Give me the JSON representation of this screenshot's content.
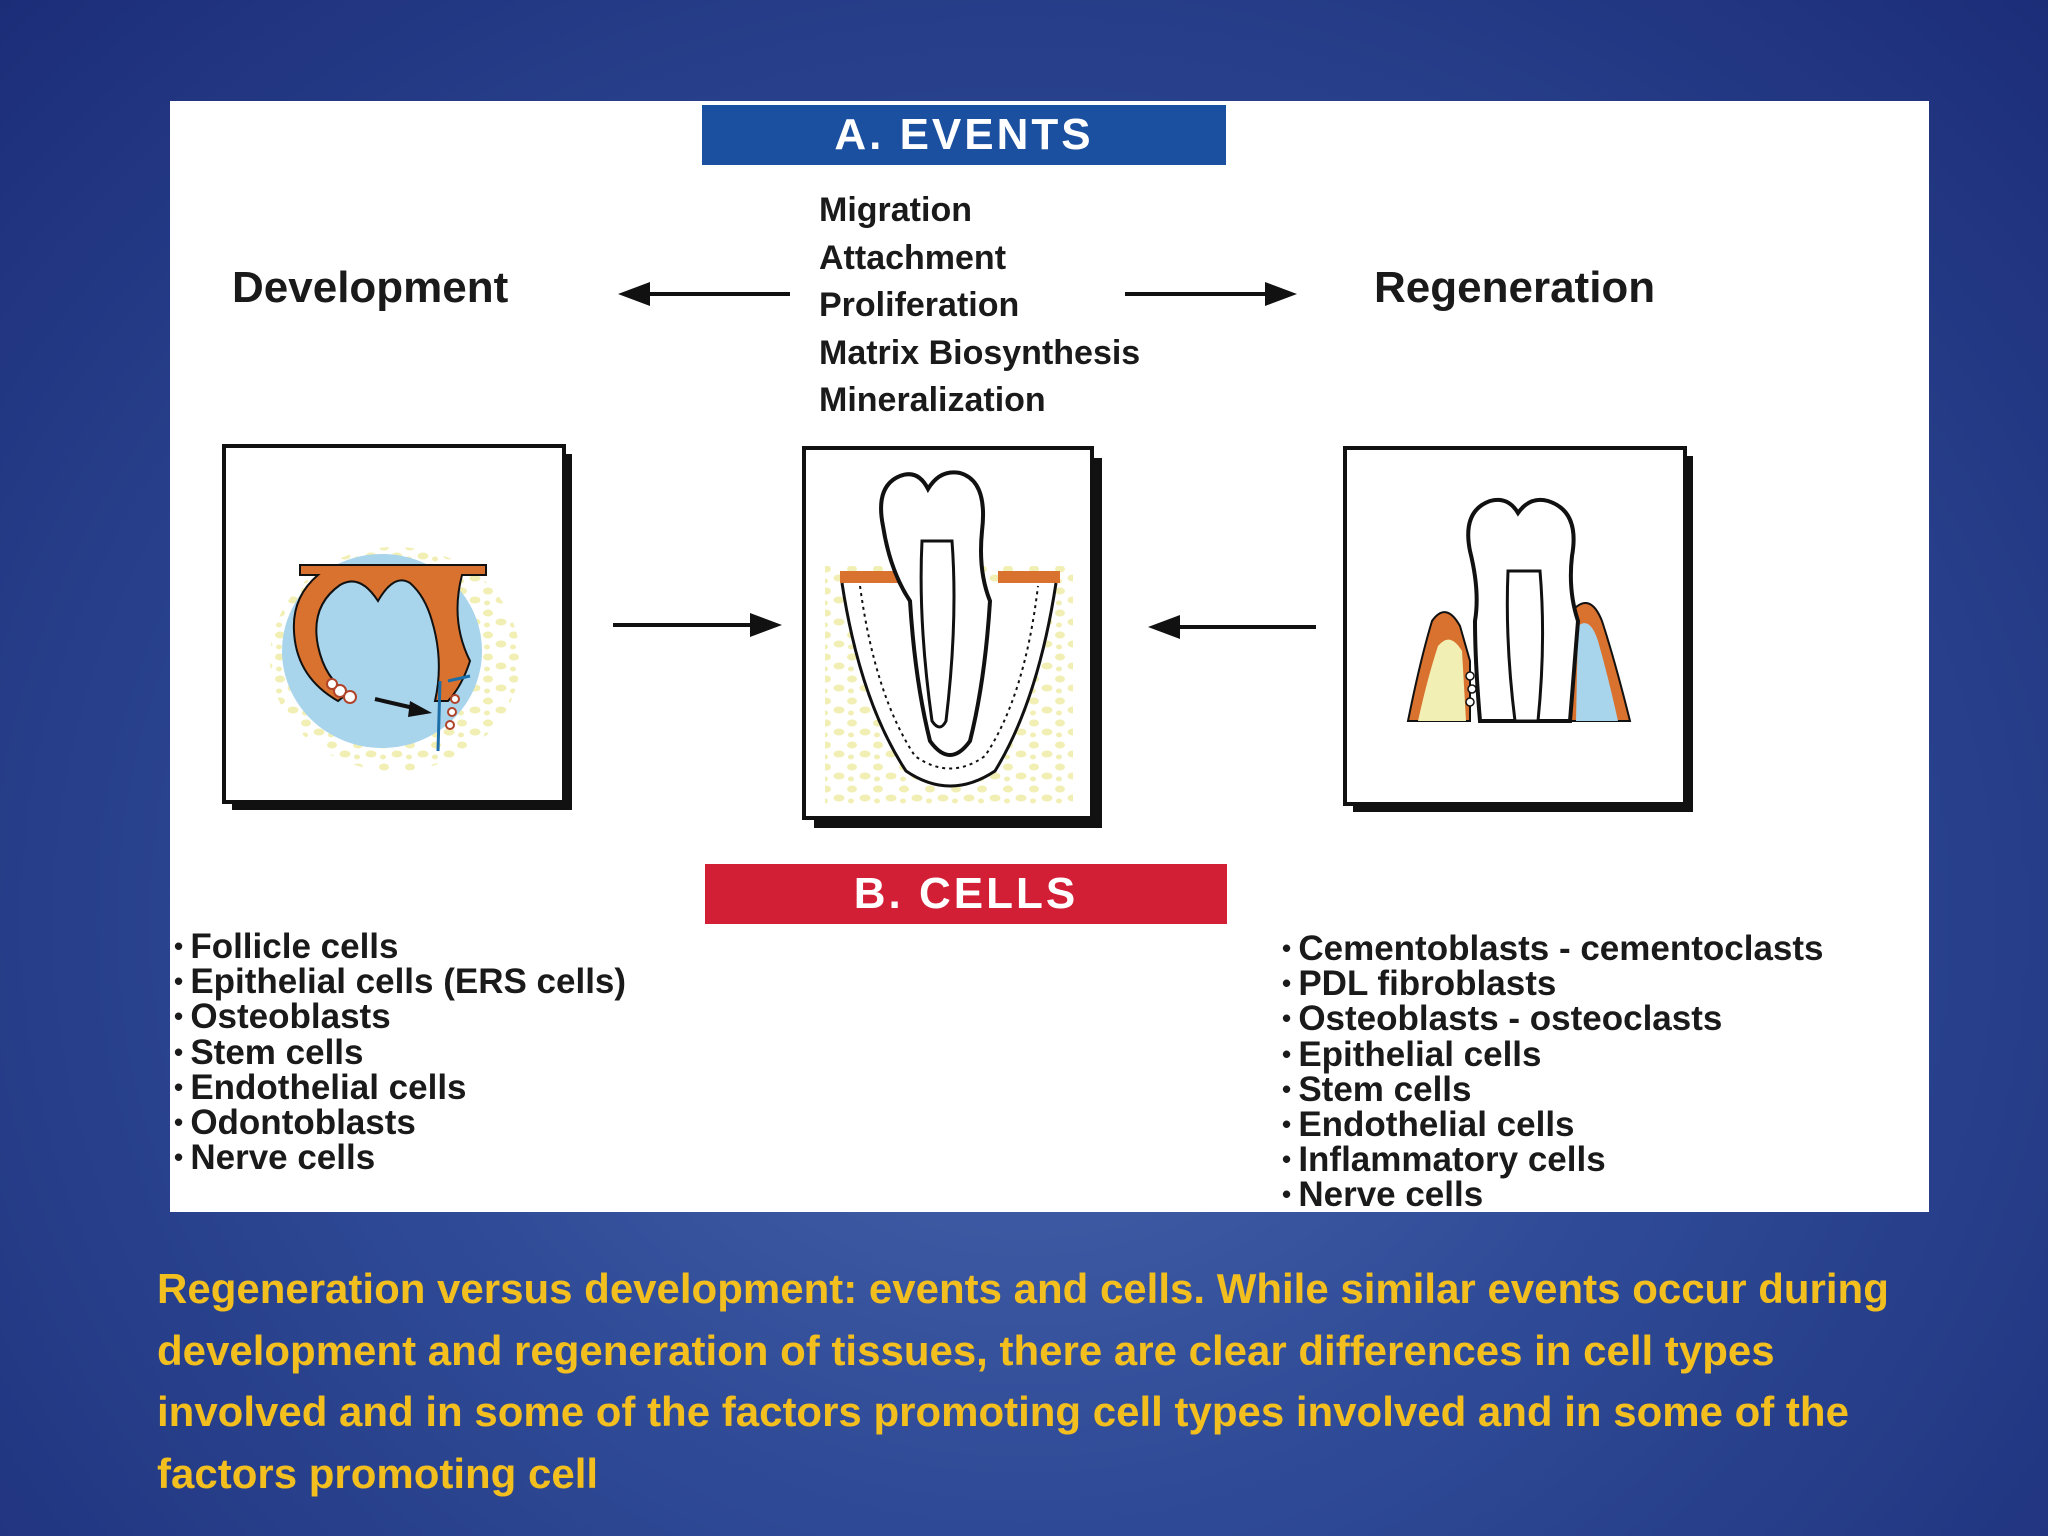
{
  "figure": {
    "events_banner": "A.  EVENTS",
    "cells_banner": "B.  CELLS",
    "development_title": "Development",
    "regeneration_title": "Regeneration",
    "events": [
      "Migration",
      "Attachment",
      "Proliferation",
      "Matrix Biosynthesis",
      "Mineralization"
    ],
    "development_cells": [
      "Follicle cells",
      "Epithelial cells (ERS cells)",
      "Osteoblasts",
      "Stem cells",
      "Endothelial cells",
      "Odontoblasts",
      "Nerve cells"
    ],
    "regeneration_cells": [
      "Cementoblasts - cementoclasts",
      "PDL fibroblasts",
      "Osteoblasts - osteoclasts",
      "Epithelial cells",
      "Stem cells",
      "Endothelial cells",
      "Inflammatory cells",
      "Nerve cells"
    ]
  },
  "colors": {
    "events_banner": "#1b4f9f",
    "cells_banner": "#d21f36",
    "caption": "#f2bf1f",
    "tissue_orange": "#d9722e",
    "tissue_blue": "#a8d4ec",
    "bone_yellow": "#f1efb4"
  },
  "caption": "Regeneration versus development: events and cells. While similar events occur during development and regeneration of tissues, there are clear differences in cell types involved and in some of the factors promoting cell types involved and in some of the factors promoting cell"
}
